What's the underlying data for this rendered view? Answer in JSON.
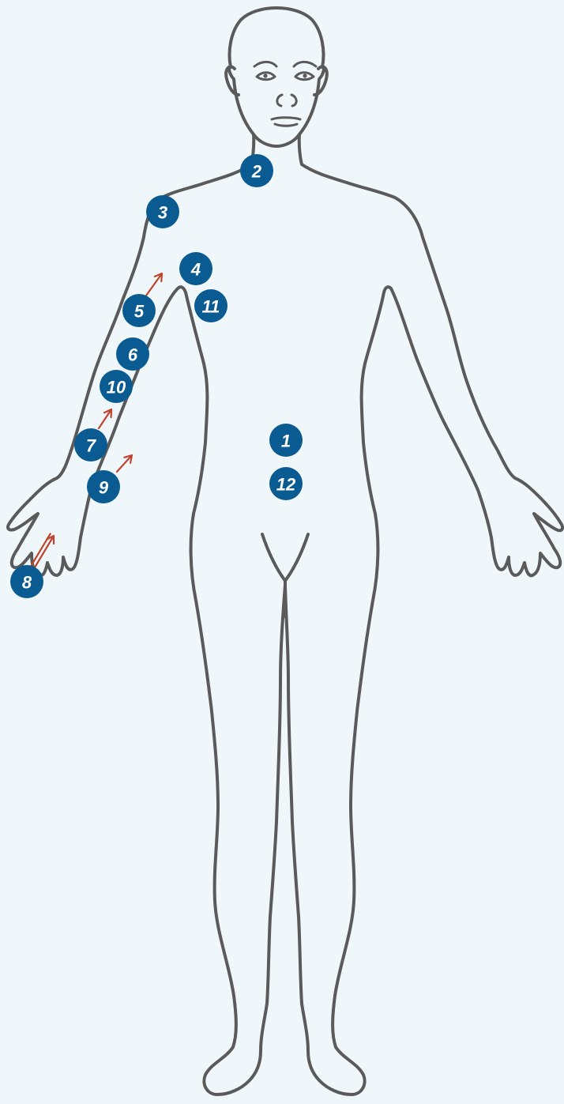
{
  "colors": {
    "background": "#f0f7fa",
    "outline": "#5a5a5a",
    "marker": "#0a5b91",
    "marker_text": "#ffffff",
    "arrow": "#c0442c"
  },
  "markers": [
    {
      "id": "m1",
      "label": "1"
    },
    {
      "id": "m2",
      "label": "2"
    },
    {
      "id": "m3",
      "label": "3"
    },
    {
      "id": "m4",
      "label": "4"
    },
    {
      "id": "m5",
      "label": "5"
    },
    {
      "id": "m6",
      "label": "6"
    },
    {
      "id": "m7",
      "label": "7"
    },
    {
      "id": "m8",
      "label": "8"
    },
    {
      "id": "m9",
      "label": "9"
    },
    {
      "id": "m10",
      "label": "10"
    },
    {
      "id": "m11",
      "label": "11"
    },
    {
      "id": "m12",
      "label": "12"
    }
  ],
  "arrows": [
    {
      "id": "a5",
      "direction": "up-right"
    },
    {
      "id": "a7",
      "direction": "up-right"
    },
    {
      "id": "a9",
      "direction": "up-right"
    },
    {
      "id": "a8",
      "direction": "up-right"
    }
  ]
}
